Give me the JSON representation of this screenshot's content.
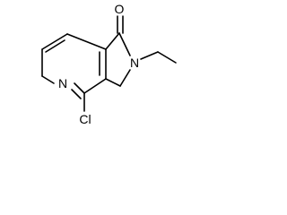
{
  "structure": {
    "atoms": {
      "carbonyl_oxygen": "O",
      "lactam_nitrogen": "N",
      "pyridine_nitrogen": "N",
      "chlorine": "Cl"
    }
  }
}
